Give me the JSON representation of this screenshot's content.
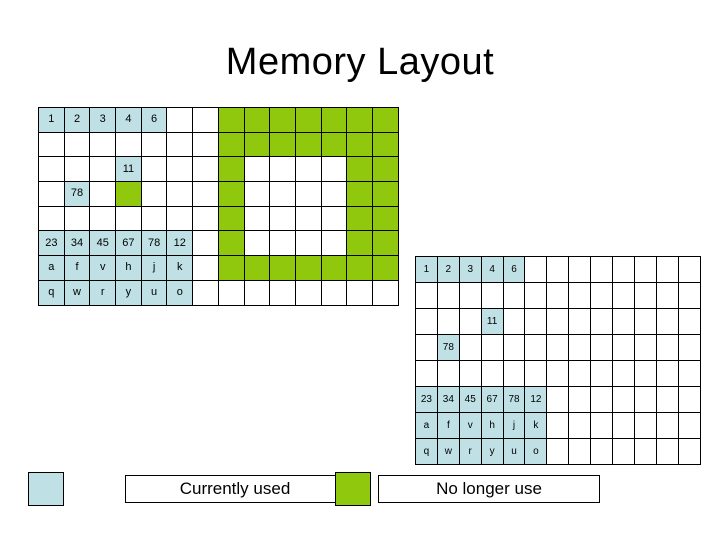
{
  "slide": {
    "title": "Memory Layout",
    "colors": {
      "used_fill": "#bfe0e4",
      "free_fill": "#8fc80c",
      "border": "#000000",
      "background": "#ffffff",
      "text": "#000000"
    }
  },
  "legend": {
    "entries": [
      {
        "swatch": "used",
        "label": "Currently  used"
      },
      {
        "swatch": "free",
        "label": "No longer use"
      }
    ]
  },
  "grid_one": {
    "name": "memory-grid-before",
    "rows": 8,
    "cols": 14,
    "cells": [
      [
        {
          "t": "1",
          "s": "used"
        },
        {
          "t": "2",
          "s": "used"
        },
        {
          "t": "3",
          "s": "used"
        },
        {
          "t": "4",
          "s": "used"
        },
        {
          "t": "6",
          "s": "used"
        },
        {
          "t": "",
          "s": "empty"
        },
        {
          "t": "",
          "s": "empty"
        },
        {
          "t": "",
          "s": "free"
        },
        {
          "t": "",
          "s": "free"
        },
        {
          "t": "",
          "s": "free"
        },
        {
          "t": "",
          "s": "free"
        },
        {
          "t": "",
          "s": "free"
        },
        {
          "t": "",
          "s": "free"
        },
        {
          "t": "",
          "s": "free"
        }
      ],
      [
        {
          "t": "",
          "s": "empty"
        },
        {
          "t": "",
          "s": "empty"
        },
        {
          "t": "",
          "s": "empty"
        },
        {
          "t": "",
          "s": "empty"
        },
        {
          "t": "",
          "s": "empty"
        },
        {
          "t": "",
          "s": "empty"
        },
        {
          "t": "",
          "s": "empty"
        },
        {
          "t": "",
          "s": "free"
        },
        {
          "t": "",
          "s": "free"
        },
        {
          "t": "",
          "s": "free"
        },
        {
          "t": "",
          "s": "free"
        },
        {
          "t": "",
          "s": "free"
        },
        {
          "t": "",
          "s": "free"
        },
        {
          "t": "",
          "s": "free"
        }
      ],
      [
        {
          "t": "",
          "s": "empty"
        },
        {
          "t": "",
          "s": "empty"
        },
        {
          "t": "",
          "s": "empty"
        },
        {
          "t": "11",
          "s": "used"
        },
        {
          "t": "",
          "s": "empty"
        },
        {
          "t": "",
          "s": "empty"
        },
        {
          "t": "",
          "s": "empty"
        },
        {
          "t": "",
          "s": "free"
        },
        {
          "t": "",
          "s": "empty"
        },
        {
          "t": "",
          "s": "empty"
        },
        {
          "t": "",
          "s": "empty"
        },
        {
          "t": "",
          "s": "empty"
        },
        {
          "t": "",
          "s": "free"
        },
        {
          "t": "",
          "s": "free"
        }
      ],
      [
        {
          "t": "",
          "s": "empty"
        },
        {
          "t": "78",
          "s": "used"
        },
        {
          "t": "",
          "s": "empty"
        },
        {
          "t": "",
          "s": "free"
        },
        {
          "t": "",
          "s": "empty"
        },
        {
          "t": "",
          "s": "empty"
        },
        {
          "t": "",
          "s": "empty"
        },
        {
          "t": "",
          "s": "free"
        },
        {
          "t": "",
          "s": "empty"
        },
        {
          "t": "",
          "s": "empty"
        },
        {
          "t": "",
          "s": "empty"
        },
        {
          "t": "",
          "s": "empty"
        },
        {
          "t": "",
          "s": "free"
        },
        {
          "t": "",
          "s": "free"
        }
      ],
      [
        {
          "t": "",
          "s": "empty"
        },
        {
          "t": "",
          "s": "empty"
        },
        {
          "t": "",
          "s": "empty"
        },
        {
          "t": "",
          "s": "empty"
        },
        {
          "t": "",
          "s": "empty"
        },
        {
          "t": "",
          "s": "empty"
        },
        {
          "t": "",
          "s": "empty"
        },
        {
          "t": "",
          "s": "free"
        },
        {
          "t": "",
          "s": "empty"
        },
        {
          "t": "",
          "s": "empty"
        },
        {
          "t": "",
          "s": "empty"
        },
        {
          "t": "",
          "s": "empty"
        },
        {
          "t": "",
          "s": "free"
        },
        {
          "t": "",
          "s": "free"
        }
      ],
      [
        {
          "t": "23",
          "s": "used"
        },
        {
          "t": "34",
          "s": "used"
        },
        {
          "t": "45",
          "s": "used"
        },
        {
          "t": "67",
          "s": "used"
        },
        {
          "t": "78",
          "s": "used"
        },
        {
          "t": "12",
          "s": "used"
        },
        {
          "t": "",
          "s": "empty"
        },
        {
          "t": "",
          "s": "free"
        },
        {
          "t": "",
          "s": "empty"
        },
        {
          "t": "",
          "s": "empty"
        },
        {
          "t": "",
          "s": "empty"
        },
        {
          "t": "",
          "s": "empty"
        },
        {
          "t": "",
          "s": "free"
        },
        {
          "t": "",
          "s": "free"
        }
      ],
      [
        {
          "t": "a",
          "s": "used"
        },
        {
          "t": "f",
          "s": "used"
        },
        {
          "t": "v",
          "s": "used"
        },
        {
          "t": "h",
          "s": "used"
        },
        {
          "t": "j",
          "s": "used"
        },
        {
          "t": "k",
          "s": "used"
        },
        {
          "t": "",
          "s": "empty"
        },
        {
          "t": "",
          "s": "free"
        },
        {
          "t": "",
          "s": "free"
        },
        {
          "t": "",
          "s": "free"
        },
        {
          "t": "",
          "s": "free"
        },
        {
          "t": "",
          "s": "free"
        },
        {
          "t": "",
          "s": "free"
        },
        {
          "t": "",
          "s": "free"
        }
      ],
      [
        {
          "t": "q",
          "s": "used"
        },
        {
          "t": "w",
          "s": "used"
        },
        {
          "t": "r",
          "s": "used"
        },
        {
          "t": "y",
          "s": "used"
        },
        {
          "t": "u",
          "s": "used"
        },
        {
          "t": "o",
          "s": "used"
        },
        {
          "t": "",
          "s": "empty"
        },
        {
          "t": "",
          "s": "empty"
        },
        {
          "t": "",
          "s": "empty"
        },
        {
          "t": "",
          "s": "empty"
        },
        {
          "t": "",
          "s": "empty"
        },
        {
          "t": "",
          "s": "empty"
        },
        {
          "t": "",
          "s": "empty"
        },
        {
          "t": "",
          "s": "empty"
        }
      ]
    ]
  },
  "grid_two": {
    "name": "memory-grid-after",
    "rows": 8,
    "cols": 13,
    "cells": [
      [
        {
          "t": "1",
          "s": "used"
        },
        {
          "t": "2",
          "s": "used"
        },
        {
          "t": "3",
          "s": "used"
        },
        {
          "t": "4",
          "s": "used"
        },
        {
          "t": "6",
          "s": "used"
        },
        {
          "t": "",
          "s": "empty"
        },
        {
          "t": "",
          "s": "empty"
        },
        {
          "t": "",
          "s": "empty"
        },
        {
          "t": "",
          "s": "empty"
        },
        {
          "t": "",
          "s": "empty"
        },
        {
          "t": "",
          "s": "empty"
        },
        {
          "t": "",
          "s": "empty"
        },
        {
          "t": "",
          "s": "empty"
        }
      ],
      [
        {
          "t": "",
          "s": "empty"
        },
        {
          "t": "",
          "s": "empty"
        },
        {
          "t": "",
          "s": "empty"
        },
        {
          "t": "",
          "s": "empty"
        },
        {
          "t": "",
          "s": "empty"
        },
        {
          "t": "",
          "s": "empty"
        },
        {
          "t": "",
          "s": "empty"
        },
        {
          "t": "",
          "s": "empty"
        },
        {
          "t": "",
          "s": "empty"
        },
        {
          "t": "",
          "s": "empty"
        },
        {
          "t": "",
          "s": "empty"
        },
        {
          "t": "",
          "s": "empty"
        },
        {
          "t": "",
          "s": "empty"
        }
      ],
      [
        {
          "t": "",
          "s": "empty"
        },
        {
          "t": "",
          "s": "empty"
        },
        {
          "t": "",
          "s": "empty"
        },
        {
          "t": "11",
          "s": "used"
        },
        {
          "t": "",
          "s": "empty"
        },
        {
          "t": "",
          "s": "empty"
        },
        {
          "t": "",
          "s": "empty"
        },
        {
          "t": "",
          "s": "empty"
        },
        {
          "t": "",
          "s": "empty"
        },
        {
          "t": "",
          "s": "empty"
        },
        {
          "t": "",
          "s": "empty"
        },
        {
          "t": "",
          "s": "empty"
        },
        {
          "t": "",
          "s": "empty"
        }
      ],
      [
        {
          "t": "",
          "s": "empty"
        },
        {
          "t": "78",
          "s": "used"
        },
        {
          "t": "",
          "s": "empty"
        },
        {
          "t": "",
          "s": "empty"
        },
        {
          "t": "",
          "s": "empty"
        },
        {
          "t": "",
          "s": "empty"
        },
        {
          "t": "",
          "s": "empty"
        },
        {
          "t": "",
          "s": "empty"
        },
        {
          "t": "",
          "s": "empty"
        },
        {
          "t": "",
          "s": "empty"
        },
        {
          "t": "",
          "s": "empty"
        },
        {
          "t": "",
          "s": "empty"
        },
        {
          "t": "",
          "s": "empty"
        }
      ],
      [
        {
          "t": "",
          "s": "empty"
        },
        {
          "t": "",
          "s": "empty"
        },
        {
          "t": "",
          "s": "empty"
        },
        {
          "t": "",
          "s": "empty"
        },
        {
          "t": "",
          "s": "empty"
        },
        {
          "t": "",
          "s": "empty"
        },
        {
          "t": "",
          "s": "empty"
        },
        {
          "t": "",
          "s": "empty"
        },
        {
          "t": "",
          "s": "empty"
        },
        {
          "t": "",
          "s": "empty"
        },
        {
          "t": "",
          "s": "empty"
        },
        {
          "t": "",
          "s": "empty"
        },
        {
          "t": "",
          "s": "empty"
        }
      ],
      [
        {
          "t": "23",
          "s": "used"
        },
        {
          "t": "34",
          "s": "used"
        },
        {
          "t": "45",
          "s": "used"
        },
        {
          "t": "67",
          "s": "used"
        },
        {
          "t": "78",
          "s": "used"
        },
        {
          "t": "12",
          "s": "used"
        },
        {
          "t": "",
          "s": "empty"
        },
        {
          "t": "",
          "s": "empty"
        },
        {
          "t": "",
          "s": "empty"
        },
        {
          "t": "",
          "s": "empty"
        },
        {
          "t": "",
          "s": "empty"
        },
        {
          "t": "",
          "s": "empty"
        },
        {
          "t": "",
          "s": "empty"
        }
      ],
      [
        {
          "t": "a",
          "s": "used"
        },
        {
          "t": "f",
          "s": "used"
        },
        {
          "t": "v",
          "s": "used"
        },
        {
          "t": "h",
          "s": "used"
        },
        {
          "t": "j",
          "s": "used"
        },
        {
          "t": "k",
          "s": "used"
        },
        {
          "t": "",
          "s": "empty"
        },
        {
          "t": "",
          "s": "empty"
        },
        {
          "t": "",
          "s": "empty"
        },
        {
          "t": "",
          "s": "empty"
        },
        {
          "t": "",
          "s": "empty"
        },
        {
          "t": "",
          "s": "empty"
        },
        {
          "t": "",
          "s": "empty"
        }
      ],
      [
        {
          "t": "q",
          "s": "used"
        },
        {
          "t": "w",
          "s": "used"
        },
        {
          "t": "r",
          "s": "used"
        },
        {
          "t": "y",
          "s": "used"
        },
        {
          "t": "u",
          "s": "used"
        },
        {
          "t": "o",
          "s": "used"
        },
        {
          "t": "",
          "s": "empty"
        },
        {
          "t": "",
          "s": "empty"
        },
        {
          "t": "",
          "s": "empty"
        },
        {
          "t": "",
          "s": "empty"
        },
        {
          "t": "",
          "s": "empty"
        },
        {
          "t": "",
          "s": "empty"
        },
        {
          "t": "",
          "s": "empty"
        }
      ]
    ]
  }
}
